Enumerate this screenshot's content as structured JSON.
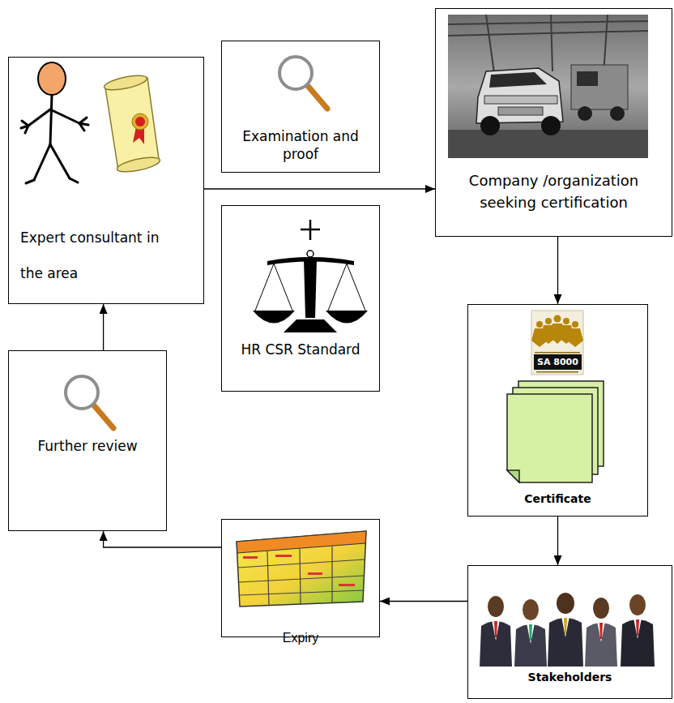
{
  "diagram": {
    "nodes": [
      {
        "text": [
          "Expert consultant in the area"
        ]
      },
      {
        "text": [
          "Examination and proof"
        ]
      },
      {
        "text": [
          "HR CSR Standard"
        ]
      },
      {
        "text": [
          "Company /organization seeking certification"
        ]
      },
      {
        "text": [
          "SA 8000",
          "Certificate"
        ]
      },
      {
        "text": [
          "Stakeholders"
        ]
      },
      {
        "text": [
          "Expiry"
        ]
      },
      {
        "text": [
          "Further review"
        ]
      }
    ],
    "edges": [
      {
        "from": 0,
        "to": 3,
        "arrow": "to"
      },
      {
        "from": 3,
        "to": 4,
        "arrow": "to"
      },
      {
        "from": 4,
        "to": 5,
        "arrow": "to"
      },
      {
        "from": 5,
        "to": 6,
        "arrow": "to"
      },
      {
        "from": 6,
        "to": 7,
        "arrow": "to"
      },
      {
        "from": 7,
        "to": 0,
        "arrow": "to"
      }
    ]
  }
}
